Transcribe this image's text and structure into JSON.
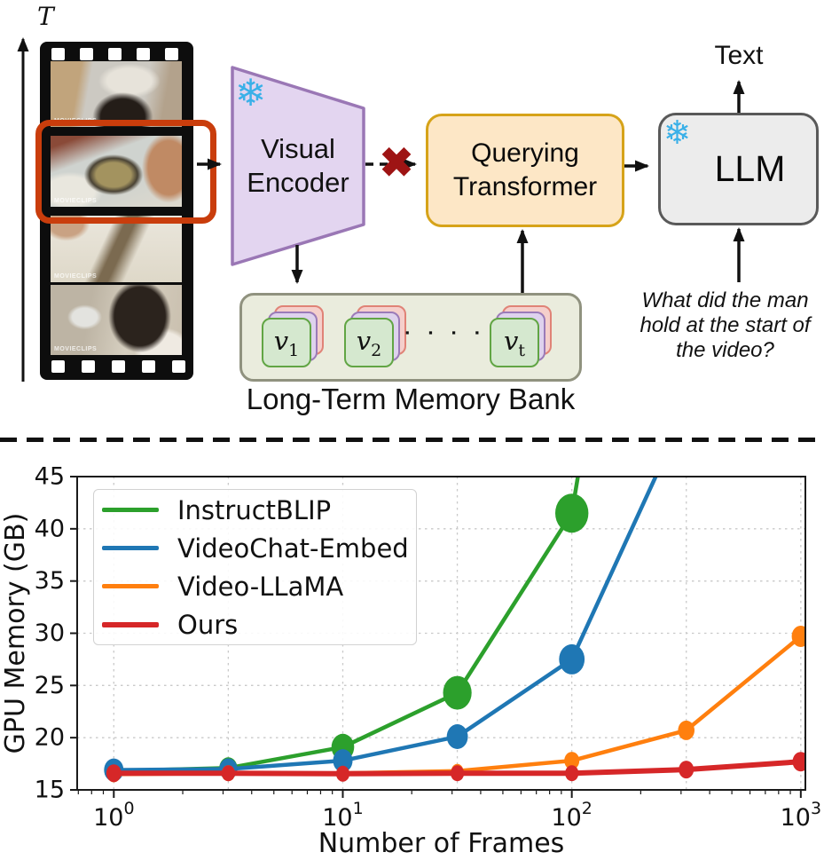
{
  "colors": {
    "encoder_fill": "#e3d5f0",
    "encoder_border": "#9a77b5",
    "qformer_fill": "#fde7c6",
    "qformer_border": "#d6a319",
    "llm_fill": "#ececec",
    "llm_border": "#595959",
    "bank_fill": "#eaecdd",
    "bank_border": "#90927f",
    "card_green_fill": "#d5e8cf",
    "card_green_border": "#61a544",
    "card_purple_fill": "#ded2ed",
    "card_purple_border": "#9b7bb8",
    "card_pink_fill": "#f5cfcb",
    "card_pink_border": "#e08377",
    "highlight": "#c93d0c",
    "snowflake": "#3ab0e8",
    "cross": "#9e1414"
  },
  "diagram": {
    "time_label": "T",
    "watermark": "MOVIECLIPS",
    "encoder_line1": "Visual",
    "encoder_line2": "Encoder",
    "qformer_line1": "Querying",
    "qformer_line2": "Transformer",
    "llm_label": "LLM",
    "output_label": "Text",
    "frozen_icon": "❄",
    "blocked_icon": "✖",
    "question_line1": "What did the man",
    "question_line2": "hold at the start of",
    "question_line3": "the video?",
    "bank_label": "Long-Term Memory Bank",
    "bank_dots": "▪ ▪ ▪ ▪",
    "cell1_base": "v",
    "cell1_sub": "1",
    "cell2_base": "v",
    "cell2_sub": "2",
    "cell3_base": "v",
    "cell3_sub": "t"
  },
  "chart_data": {
    "type": "line",
    "title": "",
    "xlabel": "Number of Frames",
    "ylabel": "GPU Memory (GB)",
    "x_scale": "log",
    "xlim_log": [
      -0.16,
      3.02
    ],
    "ylim": [
      15,
      45
    ],
    "yticks": [
      15,
      20,
      25,
      30,
      35,
      40,
      45
    ],
    "xticks": [
      {
        "value": 1,
        "base": "10",
        "exp": "0"
      },
      {
        "value": 10,
        "base": "10",
        "exp": "1"
      },
      {
        "value": 100,
        "base": "10",
        "exp": "2"
      },
      {
        "value": 1000,
        "base": "10",
        "exp": "3"
      }
    ],
    "y_gridlines": [
      20,
      25,
      30,
      35,
      40
    ],
    "x_gridlines": [
      1,
      3.162,
      10,
      31.62,
      100,
      316.2,
      1000
    ],
    "legend_position": "upper left",
    "series": [
      {
        "name": "InstructBLIP",
        "color": "#2ca02c",
        "line_width": 4.5,
        "x": [
          1,
          3.162,
          10,
          31.62,
          100,
          112
        ],
        "y": [
          16.8,
          17.1,
          19.1,
          24.3,
          41.5,
          48
        ],
        "marker_sizes": [
          10,
          12,
          15,
          19,
          22
        ]
      },
      {
        "name": "VideoChat-Embed",
        "color": "#1f77b4",
        "line_width": 4.5,
        "x": [
          1,
          3.162,
          10,
          31.62,
          100,
          282
        ],
        "y": [
          16.9,
          17.0,
          17.8,
          20.1,
          27.5,
          49
        ],
        "marker_sizes": [
          13,
          12,
          13,
          14,
          17
        ]
      },
      {
        "name": "Video-LLaMA",
        "color": "#ff7f0e",
        "line_width": 4.5,
        "x": [
          1,
          3.162,
          10,
          31.62,
          100,
          316.2,
          1000
        ],
        "y": [
          16.5,
          16.6,
          16.6,
          16.8,
          17.8,
          20.7,
          29.7
        ],
        "marker_sizes": [
          9,
          9,
          8,
          8,
          10,
          11,
          12
        ]
      },
      {
        "name": "Ours",
        "color": "#d62728",
        "line_width": 6,
        "x": [
          1,
          3.162,
          10,
          31.62,
          100,
          316.2,
          1000
        ],
        "y": [
          16.6,
          16.6,
          16.55,
          16.6,
          16.6,
          16.95,
          17.7
        ],
        "marker_sizes": [
          10,
          9,
          9,
          9,
          9,
          10,
          11
        ]
      }
    ]
  }
}
